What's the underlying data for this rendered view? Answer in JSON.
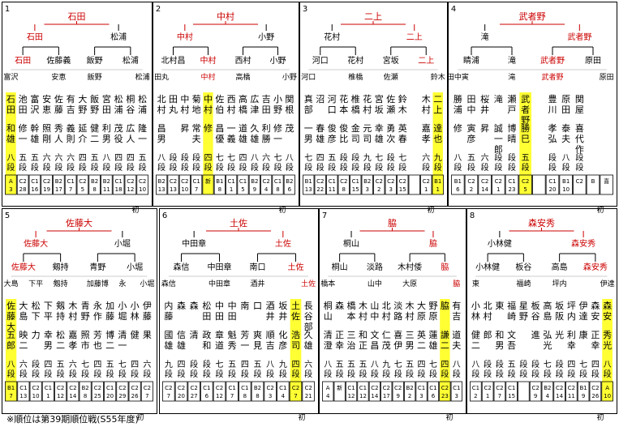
{
  "footnote": "※順位は第39期順位戦(S55年度)",
  "labels": {
    "first": "初"
  },
  "blocks": [
    {
      "num": "1",
      "winner": "石田",
      "semi": [
        "石田",
        "松浦"
      ],
      "quarter": [
        "石田",
        "佐藤義",
        "飯野",
        "松浦"
      ],
      "r16": [
        "富沢",
        "安恵",
        "飯野",
        "松浦"
      ],
      "red": [
        "石田",
        "石田",
        "石田"
      ],
      "players": [
        {
          "s": "石田",
          "g": "和雄",
          "a": "八",
          "r": "A",
          "n": "3",
          "hl": true
        },
        {
          "s": "池田",
          "g": "修一",
          "a": "五",
          "r": "C2",
          "n": "28"
        },
        {
          "s": "富沢",
          "g": "幹雄",
          "a": "五",
          "r": "C1",
          "n": "16"
        },
        {
          "s": "安恵",
          "g": "照剛",
          "a": "六",
          "r": "C2",
          "n": "19"
        },
        {
          "s": "佐藤",
          "g": "秀人",
          "a": "六",
          "r": "B2",
          "n": "17"
        },
        {
          "s": "有吉",
          "g": "義則",
          "a": "六",
          "r": "C1",
          "n": "7"
        },
        {
          "s": "大野",
          "g": "延介",
          "a": "四",
          "r": "C2",
          "n": "5"
        },
        {
          "s": "飯野",
          "g": "健二",
          "a": "五",
          "r": "B2",
          "n": "8"
        },
        {
          "s": "宮田",
          "g": "利男",
          "a": "八",
          "r": "B2",
          "n": "11"
        },
        {
          "s": "松浦",
          "g": "茂役",
          "a": "四",
          "r": "C1",
          "n": "18"
        },
        {
          "s": "桐谷",
          "g": "広人",
          "a": "四",
          "r": "C2",
          "n": "12"
        },
        {
          "s": "松浦",
          "g": "隆一",
          "a": "五",
          "r": "C2",
          "n": "10"
        }
      ]
    },
    {
      "num": "2",
      "winner": "中村",
      "semi": [
        "中村",
        "小野"
      ],
      "quarter": [
        "北村昌",
        "中村",
        "西村",
        "小野"
      ],
      "r16": [
        "田丸",
        "中村",
        "高橋",
        "小野"
      ],
      "red": [
        "中村",
        "中村",
        "中村"
      ],
      "players": [
        {
          "s": "北村",
          "g": "昌男",
          "a": "八",
          "r": "B2",
          "n": "13"
        },
        {
          "s": "田丸",
          "g": "",
          "a": "段",
          "r": "C2",
          "n": "13"
        },
        {
          "s": "中村",
          "g": "昇",
          "a": "段",
          "r": "C2",
          "n": "10"
        },
        {
          "s": "菊地",
          "g": "常夫",
          "a": "段",
          "r": "C1",
          "n": "7"
        },
        {
          "s": "中村",
          "g": "修",
          "a": "四",
          "r": "新",
          "n": "",
          "hl": true
        },
        {
          "s": "佐伯",
          "g": "昌優",
          "a": "七",
          "r": "B1",
          "n": "8"
        },
        {
          "s": "西村",
          "g": "一義",
          "a": "七",
          "r": "C1",
          "n": "1"
        },
        {
          "s": "高橋",
          "g": "道雄",
          "a": "四",
          "r": "C1",
          "n": "5"
        },
        {
          "s": "広津",
          "g": "久雄",
          "a": "八",
          "r": "B2",
          "n": "9"
        },
        {
          "s": "吉田",
          "g": "利勝",
          "a": "六",
          "r": "C2",
          "n": "4"
        },
        {
          "s": "小野",
          "g": "修一",
          "a": "七",
          "r": "C1",
          "n": "8"
        },
        {
          "s": "関根",
          "g": "茂",
          "a": "八",
          "r": "B2",
          "n": "6"
        }
      ]
    },
    {
      "num": "3",
      "winner": "二上",
      "semi": [
        "花村",
        "二上"
      ],
      "quarter": [
        "河口",
        "花村",
        "宮坂",
        "二上"
      ],
      "r16": [
        "河口",
        "椎橋",
        "佐瀬",
        "鈴木"
      ],
      "red": [
        "二上",
        "二上",
        "二上"
      ],
      "players": [
        {
          "s": "真部",
          "g": "一男",
          "a": "七",
          "r": "B1",
          "n": "13"
        },
        {
          "s": "沼",
          "g": "春雄",
          "a": "四",
          "r": "C2",
          "n": "22"
        },
        {
          "s": "河口",
          "g": "俊彦",
          "a": "五",
          "r": "C1",
          "n": "11"
        },
        {
          "s": "花本",
          "g": "俊比",
          "a": "段",
          "r": "C2",
          "n": "8"
        },
        {
          "s": "椎橋",
          "g": "金司",
          "a": "段",
          "r": "C1",
          "n": "15"
        },
        {
          "s": "花村",
          "g": "元司",
          "a": "九",
          "r": "B2",
          "n": "3"
        },
        {
          "s": "宮坂",
          "g": "幸雄",
          "a": "七",
          "r": "C2",
          "n": "2"
        },
        {
          "s": "佐瀬",
          "g": "勇次",
          "a": "段",
          "r": "C2",
          "n": "3"
        },
        {
          "s": "鈴木",
          "g": "英春",
          "a": "七",
          "r": "C2",
          "n": "15"
        },
        {
          "s": "",
          "g": "",
          "a": "",
          "r": "",
          "n": ""
        },
        {
          "s": "木村",
          "g": "嘉孝",
          "a": "六",
          "r": "C2",
          "n": "1"
        },
        {
          "s": "二上",
          "g": "達也",
          "a": "九",
          "r": "B1",
          "n": "1",
          "hl": true
        }
      ]
    },
    {
      "num": "4",
      "winner": "武者野",
      "semi": [
        "滝",
        "武者野"
      ],
      "quarter": [
        "睛浦",
        "滝",
        "武者野",
        "原田"
      ],
      "r16": [
        "田中寅",
        "滝",
        "武者野",
        "原田"
      ],
      "red": [
        "武者野",
        "武者野",
        "武者野"
      ],
      "players": [
        {
          "s": "勝浦",
          "g": "修",
          "a": "八",
          "r": "B1",
          "n": "6"
        },
        {
          "s": "田中",
          "g": "寅彦",
          "a": "五",
          "r": "C2",
          "n": "2"
        },
        {
          "s": "桜井",
          "g": "昇",
          "a": "六",
          "r": "C2",
          "n": "14"
        },
        {
          "s": "滝",
          "g": "誠一郎",
          "a": "段",
          "r": "C2",
          "n": "1"
        },
        {
          "s": "瀬戸",
          "g": "博晴",
          "a": "段",
          "r": "C1",
          "n": "23"
        },
        {
          "s": "武者野",
          "g": "勝巳",
          "a": "五",
          "r": "C2",
          "n": "5",
          "hl": true
        },
        {
          "s": "",
          "g": "",
          "a": "",
          "r": "",
          "n": ""
        },
        {
          "s": "豊川",
          "g": "孝弘",
          "a": "段",
          "r": "C1",
          "n": "20"
        },
        {
          "s": "原田",
          "g": "泰夫",
          "a": "八",
          "r": "B1",
          "n": "10"
        },
        {
          "s": "関屋",
          "g": "喜代作",
          "a": "段",
          "r": "C2",
          "n": ""
        },
        {
          "s": "",
          "g": "",
          "a": "",
          "r": "B",
          "n": ""
        },
        {
          "s": "",
          "g": "",
          "a": "",
          "r": "喜",
          "n": ""
        }
      ]
    },
    {
      "num": "5",
      "winner": "佐藤大",
      "semi": [
        "佐藤大",
        "小堀"
      ],
      "quarter": [
        "佐藤大",
        "剱持",
        "青野",
        "小堀"
      ],
      "r16": [
        "大島",
        "下平",
        "剱持",
        "加藤博",
        "永",
        "小堀"
      ],
      "red": [
        "佐藤大",
        "佐藤大",
        "佐藤大"
      ],
      "players": [
        {
          "s": "佐藤大",
          "g": "五郎",
          "a": "八",
          "r": "B1",
          "n": "7",
          "hl": true
        },
        {
          "s": "大島",
          "g": "映二",
          "a": "六",
          "r": "C1",
          "n": "13"
        },
        {
          "s": "松下",
          "g": "力",
          "a": "段",
          "r": "C2",
          "n": "10"
        },
        {
          "s": "下平",
          "g": "幸男",
          "a": "四",
          "r": "C1",
          "n": "1"
        },
        {
          "s": "剱持",
          "g": "松二",
          "a": "五",
          "r": "C2",
          "n": "12"
        },
        {
          "s": "木村",
          "g": "嘉孝",
          "a": "六",
          "r": "C2",
          "n": "14"
        },
        {
          "s": "青野",
          "g": "照市",
          "a": "七",
          "r": "B2",
          "n": "8"
        },
        {
          "s": "永作",
          "g": "芳也",
          "a": "四",
          "r": "C2",
          "n": "25"
        },
        {
          "s": "加藤",
          "g": "博二",
          "a": "五",
          "r": "C1",
          "n": "20"
        },
        {
          "s": "小堀",
          "g": "清一",
          "a": "七",
          "r": "C2",
          "n": "29"
        },
        {
          "s": "小林",
          "g": "健",
          "a": "四",
          "r": "C2",
          "n": "26"
        },
        {
          "s": "伊藤",
          "g": "果",
          "a": "六",
          "r": "C2",
          "n": "7"
        }
      ]
    },
    {
      "num": "6",
      "winner": "土佐",
      "semi": [
        "中田章",
        "土佐"
      ],
      "quarter": [
        "森信",
        "中田章",
        "南口",
        "土佐"
      ],
      "r16": [
        "森信",
        "中田章",
        "酒井",
        "土佐"
      ],
      "red": [
        "土佐",
        "土佐",
        "土佐"
      ],
      "players": [
        {
          "s": "内藤",
          "g": "國雄",
          "a": "九",
          "r": "C2",
          "n": "7"
        },
        {
          "s": "森",
          "g": "信雄",
          "a": "四",
          "r": "C2",
          "n": "20"
        },
        {
          "s": "森",
          "g": "清",
          "a": "段",
          "r": "C2",
          "n": "27"
        },
        {
          "s": "松田",
          "g": "政和",
          "a": "段",
          "r": "C1",
          "n": "6"
        },
        {
          "s": "中田",
          "g": "章道",
          "a": "七",
          "r": "C2",
          "n": "12"
        },
        {
          "s": "中田",
          "g": "魁秀",
          "a": "五",
          "r": "C1",
          "n": "7"
        },
        {
          "s": "南",
          "g": "芳一",
          "a": "四",
          "r": "C1",
          "n": "8"
        },
        {
          "s": "口",
          "g": "爽見",
          "a": "五",
          "r": "B2",
          "n": "8"
        },
        {
          "s": "酒井",
          "g": "順吉",
          "a": "八",
          "r": "C2",
          "n": "3"
        },
        {
          "s": "坂井",
          "g": "化彦",
          "a": "九",
          "r": "C1",
          "n": "4"
        },
        {
          "s": "土佐",
          "g": "浩司",
          "a": "四",
          "r": "C2",
          "n": "7",
          "hl": true
        },
        {
          "s": "長谷部",
          "g": "久雄",
          "a": "六",
          "r": "C2",
          "n": "21"
        }
      ]
    },
    {
      "num": "7",
      "winner": "脇",
      "semi": [
        "桐山",
        "脇"
      ],
      "quarter": [
        "桐山",
        "淡路",
        "木村倭",
        "脇"
      ],
      "r16": [
        "橋本",
        "山中",
        "大原",
        "脇"
      ],
      "red": [
        "脇",
        "脇",
        "脇"
      ],
      "players": [
        {
          "s": "桐山",
          "g": "清澄",
          "a": "八",
          "r": "A",
          "n": "4"
        },
        {
          "s": "森",
          "g": "正幸",
          "a": "五",
          "r": "新",
          "n": ""
        },
        {
          "s": "橋本",
          "g": "三治",
          "a": "五",
          "r": "C1",
          "n": "12"
        },
        {
          "s": "木村",
          "g": "和正",
          "a": "五",
          "r": "C1",
          "n": "12"
        },
        {
          "s": "山中",
          "g": "文昌",
          "a": "八",
          "r": "C2",
          "n": "14"
        },
        {
          "s": "北村",
          "g": "仁茂",
          "a": "九",
          "r": "C2",
          "n": "17"
        },
        {
          "s": "淡路",
          "g": "喜伊",
          "a": "七",
          "r": "C2",
          "n": "9"
        },
        {
          "s": "木村",
          "g": "三男",
          "a": "五",
          "r": "B2",
          "n": "2"
        },
        {
          "s": "大原",
          "g": "英二",
          "a": "四",
          "r": "C1",
          "n": "3"
        },
        {
          "s": "野原",
          "g": "蓮雄",
          "a": "七",
          "r": "C1",
          "n": "6"
        },
        {
          "s": "脇",
          "g": "謙二",
          "a": "四",
          "r": "C2",
          "n": "23",
          "hl": true
        },
        {
          "s": "有吉",
          "g": "道夫",
          "a": "八",
          "r": "C1",
          "n": "3"
        }
      ]
    },
    {
      "num": "8",
      "winner": "森安秀",
      "semi": [
        "小林健",
        "森安秀"
      ],
      "quarter": [
        "小林健",
        "板谷",
        "高島",
        "森安秀"
      ],
      "r16": [
        "東",
        "福崎",
        "坪内",
        "伊達"
      ],
      "red": [
        "森安秀",
        "森安秀",
        "森安秀"
      ],
      "players": [
        {
          "s": "小林",
          "g": "健二",
          "a": "八",
          "r": "C1",
          "n": "2"
        },
        {
          "s": "北村",
          "g": "郎",
          "a": "段",
          "r": "C2",
          "n": "1"
        },
        {
          "s": "東",
          "g": "和男",
          "a": "段",
          "r": "C2",
          "n": "7"
        },
        {
          "s": "福崎",
          "g": "文吾",
          "a": "五",
          "r": "C1",
          "n": "15"
        },
        {
          "s": "星野",
          "g": "",
          "a": "段",
          "r": "",
          "n": ""
        },
        {
          "s": "板谷",
          "g": "進",
          "a": "段",
          "r": "C2",
          "n": "9"
        },
        {
          "s": "高島",
          "g": "弘光",
          "a": "七",
          "r": "B2",
          "n": "4"
        },
        {
          "s": "坂阪",
          "g": "光",
          "a": "段",
          "r": "C2",
          "n": "14"
        },
        {
          "s": "坪内",
          "g": "利幸",
          "a": "四",
          "r": "C2",
          "n": "11"
        },
        {
          "s": "伊達",
          "g": "康",
          "a": "七",
          "r": "B1",
          "n": "9"
        },
        {
          "s": "森安",
          "g": "正幸",
          "a": "四",
          "r": "C2",
          "n": "26"
        },
        {
          "s": "森安",
          "g": "秀光",
          "a": "八",
          "r": "A",
          "n": "10",
          "hl": true
        }
      ]
    }
  ]
}
